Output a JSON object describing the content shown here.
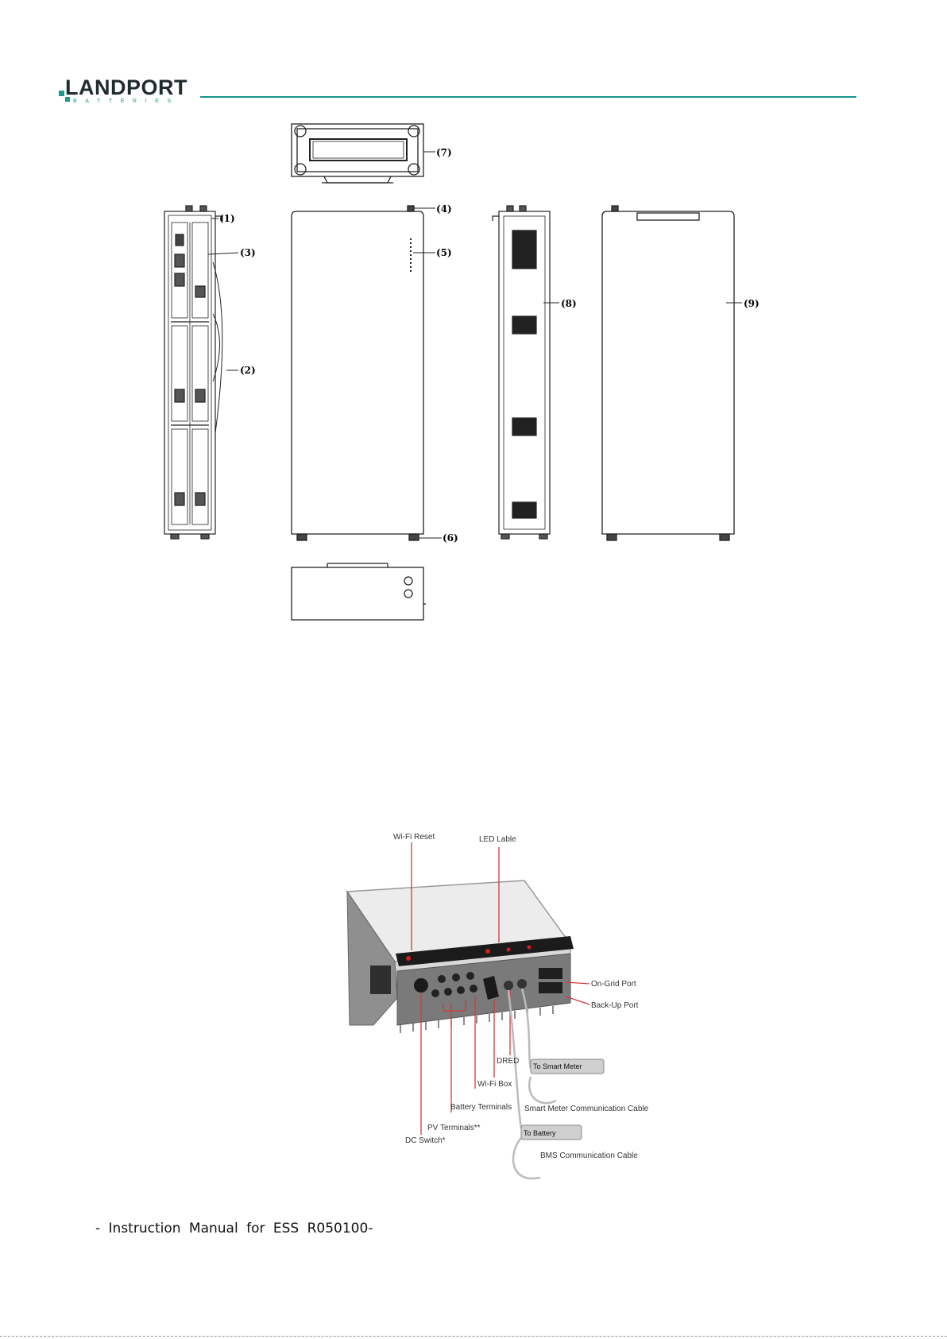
{
  "header": {
    "logo_text": "LANDPORT",
    "logo_subtext": "BATTERIES"
  },
  "battery_figure": {
    "callouts": [
      "(1)",
      "(2)",
      "(3)",
      "(4)",
      "(5)",
      "(6)",
      "(7)",
      "(8)",
      "(9)"
    ]
  },
  "inverter_figure": {
    "labels": {
      "wifi_reset": "Wi-Fi Reset",
      "led_lable": "LED Lable",
      "on_grid_port": "On-Grid Port",
      "back_up_port": "Back-Up Port",
      "dred": "DRED",
      "to_smart_meter": "To Smart Meter",
      "wifi_box": "Wi-Fi Box",
      "smart_meter_cable": "Smart Meter Communication Cable",
      "battery_terminals": "Battery Terminals",
      "pv_terminals": "PV Terminals**",
      "dc_switch": "DC Switch*",
      "to_battery": "To Battery",
      "bms_cable": "BMS Communication Cable"
    }
  },
  "footer": {
    "text": "- Instruction Manual for ESS R050100-"
  }
}
